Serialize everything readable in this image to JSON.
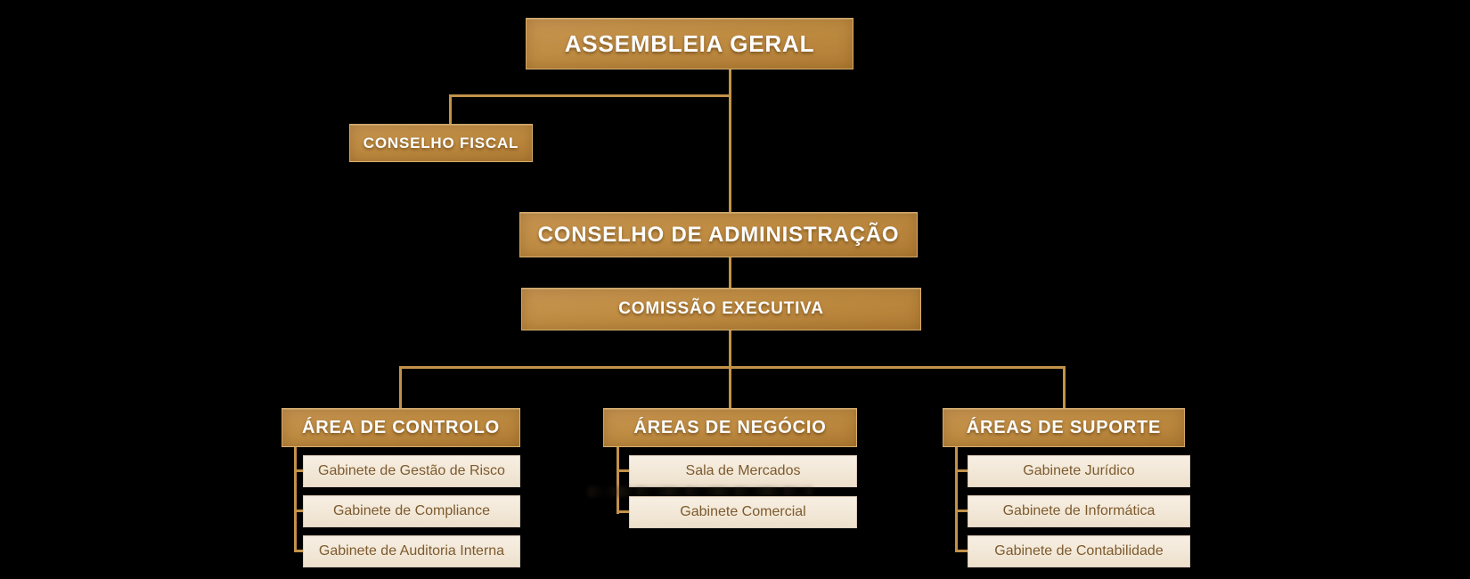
{
  "org_chart": {
    "type": "organization-chart",
    "root": {
      "label": "ASSEMBLEIA GERAL"
    },
    "conselho_fiscal": {
      "label": "CONSELHO FISCAL"
    },
    "conselho_administracao": {
      "label": "CONSELHO DE ADMINISTRAÇÃO"
    },
    "comissao_executiva": {
      "label": "COMISSÃO EXECUTIVA"
    },
    "branches": [
      {
        "label": "ÁREA DE CONTROLO",
        "children": [
          "Gabinete de Gestão de Risco",
          "Gabinete de Compliance",
          "Gabinete de Auditoria Interna"
        ]
      },
      {
        "label": "ÁREAS DE NEGÓCIO",
        "children": [
          "Sala de Mercados",
          "Gabinete Comercial"
        ]
      },
      {
        "label": "ÁREAS DE SUPORTE",
        "children": [
          "Gabinete Jurídico",
          "Gabinete de Informática",
          "Gabinete de Contabilidade"
        ]
      }
    ],
    "colors": {
      "background": "#000000",
      "node_gold": "#bf8c42",
      "node_cream": "#f2e7d6",
      "connector": "#c2924a",
      "text_on_gold": "#fdfdfd",
      "text_on_cream": "#7d5a2e"
    }
  }
}
